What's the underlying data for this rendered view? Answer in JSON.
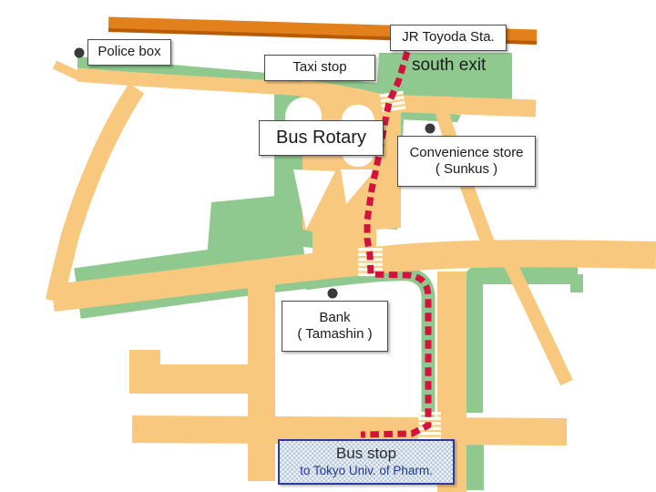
{
  "labels": {
    "police_box": "Police box",
    "taxi_stop": "Taxi stop",
    "jr_station": "JR Toyoda Sta.",
    "south_exit": "south exit",
    "bus_rotary": "Bus Rotary",
    "convenience_store_line1": "Convenience store",
    "convenience_store_line2": "( Sunkus )",
    "bank_line1": "Bank",
    "bank_line2": "( Tamashin )",
    "bus_stop_line1": "Bus stop",
    "bus_stop_line2": "to Tokyo Univ. of Pharm."
  },
  "colors": {
    "road": "#F7C87D",
    "green": "#8FC98F",
    "railway": "#E2811C",
    "railway_edge": "#B85B04",
    "route": "#D2143C",
    "crosswalk": "#FFFBE8",
    "marker": "#3A3A3A",
    "label_border": "#4A4A4A",
    "label_text": "#1A1A1A",
    "bus_stop_border": "#2B3A9E",
    "bus_stop_fill": "#B9C9DC",
    "bus_stop_bg": "#EEF2F7",
    "bus_stop_text": "#2B2B2B",
    "bus_stop_text2": "#1F3A93"
  }
}
